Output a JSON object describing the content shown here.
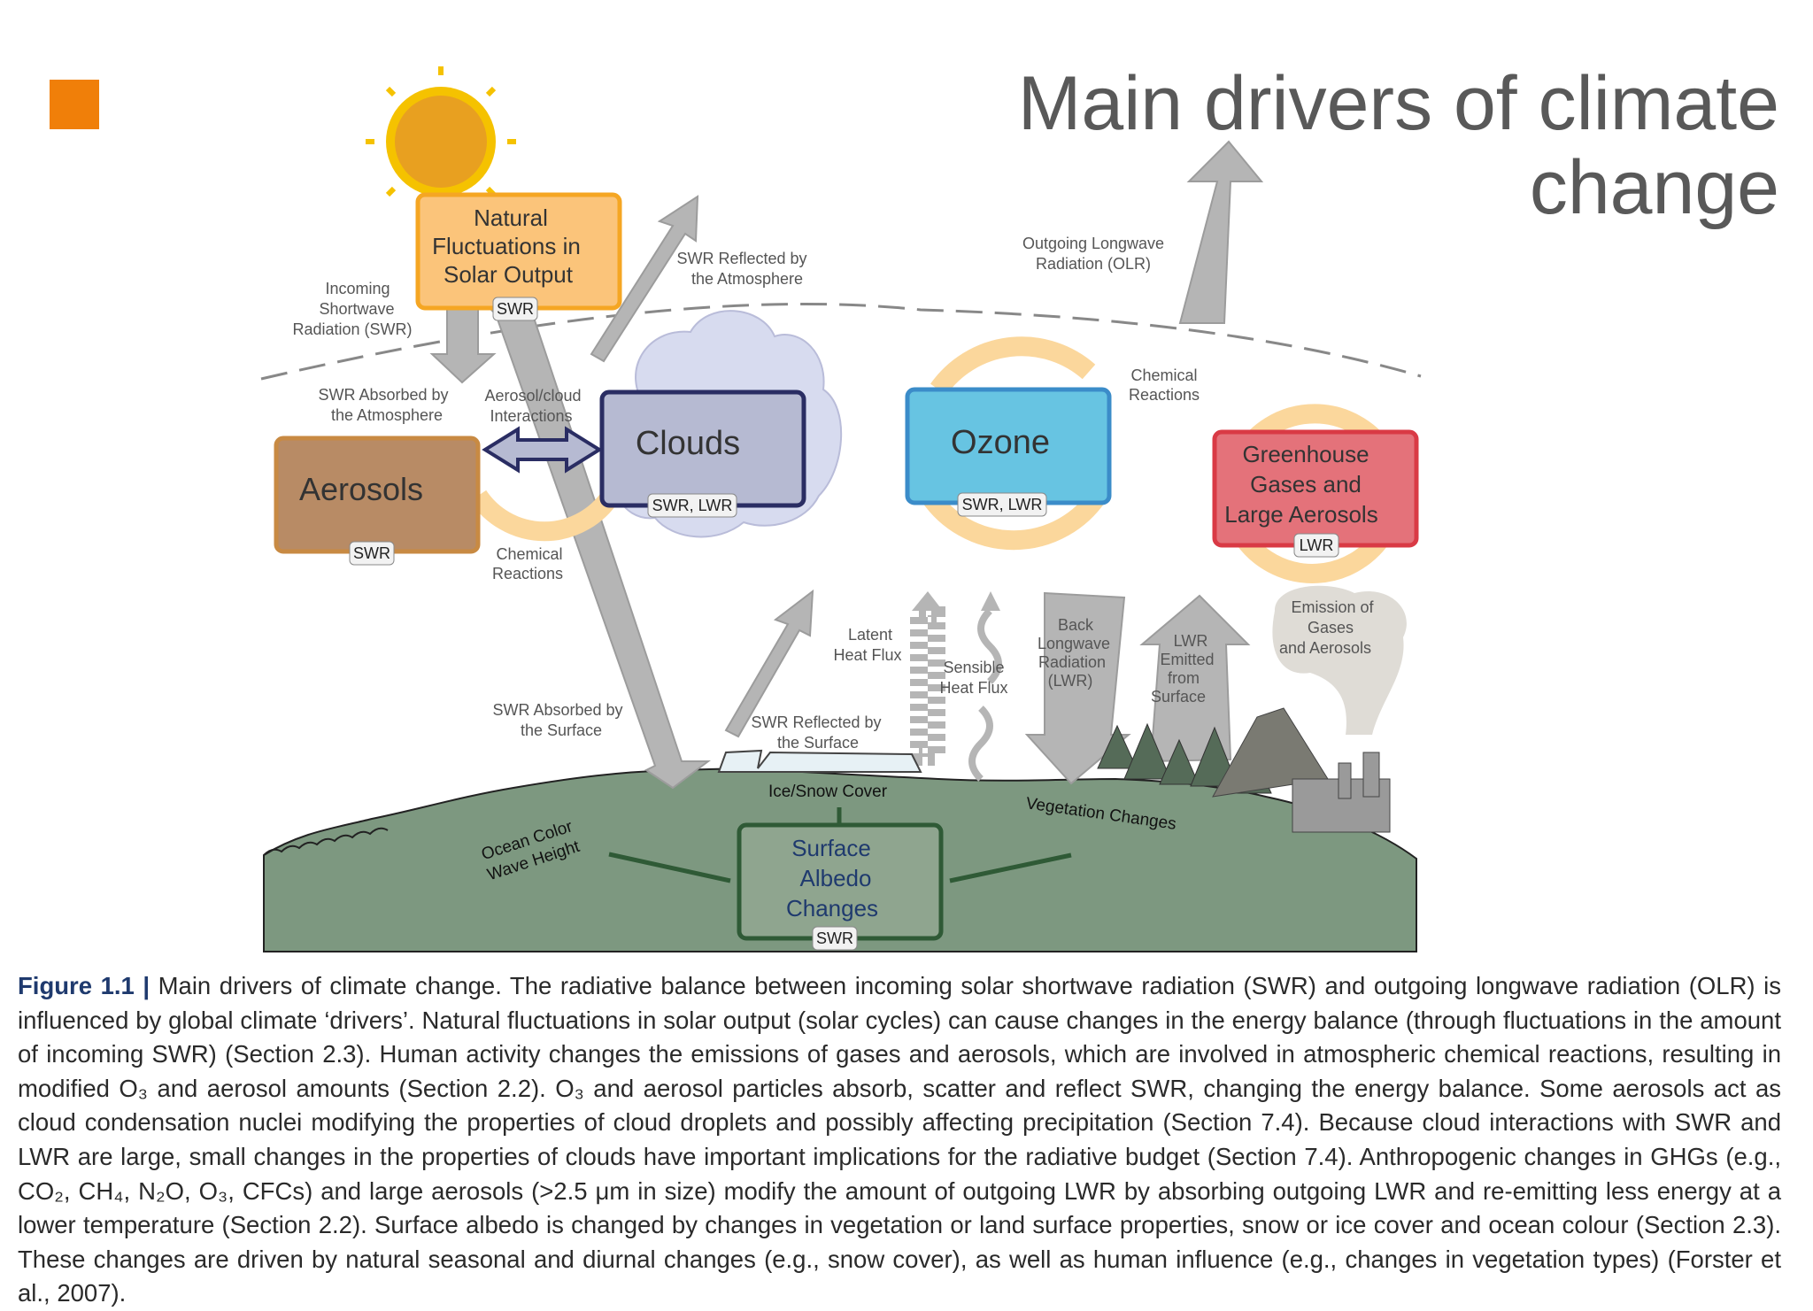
{
  "slide": {
    "title": "Main drivers of climate change",
    "accent_color": "#f07f09"
  },
  "diagram": {
    "sun_icon": "sun-icon",
    "boxes": {
      "solar": {
        "lines": [
          "Natural",
          "Fluctuations in",
          "Solar Output"
        ],
        "tag": "SWR",
        "fill": "#fbc47a",
        "stroke": "#f5a623"
      },
      "aerosols": {
        "label": "Aerosols",
        "tag": "SWR",
        "fill": "#b88b65",
        "stroke": "#c88a43"
      },
      "clouds": {
        "label": "Clouds",
        "tag": "SWR, LWR",
        "fill": "#b6bad2",
        "stroke": "#2a2d63"
      },
      "ozone": {
        "label": "Ozone",
        "tag": "SWR, LWR",
        "fill": "#67c4e2",
        "stroke": "#3b8cc9"
      },
      "ghg": {
        "lines": [
          "Greenhouse",
          "Gases and",
          "Large Aerosols"
        ],
        "tag": "LWR",
        "fill": "#e4727a",
        "stroke": "#d93a45"
      },
      "albedo": {
        "lines": [
          "Surface",
          "Albedo",
          "Changes"
        ],
        "tag": "SWR",
        "fill": "#8fa58f",
        "stroke": "#2f5a36"
      }
    },
    "labels": {
      "incoming_swr": [
        "Incoming",
        "Shortwave",
        "Radiation (SWR)"
      ],
      "swr_reflected_atm": [
        "SWR Reflected by",
        "the Atmosphere"
      ],
      "olr": [
        "Outgoing Longwave",
        "Radiation (OLR)"
      ],
      "swr_absorbed_atm": [
        "SWR Absorbed by",
        "the Atmosphere"
      ],
      "aerosol_cloud": [
        "Aerosol/cloud",
        "Interactions"
      ],
      "chem_reactions_top": [
        "Chemical",
        "Reactions"
      ],
      "chem_reactions_left": [
        "Chemical",
        "Reactions"
      ],
      "latent_heat": [
        "Latent",
        "Heat Flux"
      ],
      "sensible_heat": [
        "Sensible",
        "Heat Flux"
      ],
      "back_lwr": [
        "Back",
        "Longwave",
        "Radiation",
        "(LWR)"
      ],
      "lwr_emitted": [
        "LWR",
        "Emitted",
        "from",
        "Surface"
      ],
      "emission_gases": [
        "Emission of",
        "Gases",
        "and Aerosols"
      ],
      "swr_absorbed_surface": [
        "SWR Absorbed by",
        "the Surface"
      ],
      "swr_reflected_surface": [
        "SWR Reflected by",
        "the Surface"
      ],
      "ice_snow": "Ice/Snow Cover",
      "ocean": [
        "Ocean Color",
        "Wave Height"
      ],
      "vegetation": "Vegetation Changes"
    }
  },
  "caption": {
    "figure_label": "Figure 1.1 |",
    "text": " Main drivers of climate change. The radiative balance between incoming solar shortwave radiation (SWR) and outgoing longwave radiation (OLR) is influenced by global climate ‘drivers’. Natural fluctuations in solar output (solar cycles) can cause changes in the energy balance (through fluctuations in the amount of incoming SWR) (Section 2.3). Human activity changes the emissions of gases and aerosols, which are involved in atmospheric chemical reactions, resulting in modified O₃ and aerosol amounts (Section 2.2). O₃ and aerosol particles absorb, scatter and reflect SWR, changing the energy balance. Some aerosols act as cloud condensation nuclei modifying the properties of cloud droplets and possibly affecting precipitation (Section 7.4). Because cloud interactions with SWR and LWR are large, small changes in the properties of clouds have important implications for the radiative budget (Section 7.4). Anthropogenic changes in GHGs (e.g., CO₂, CH₄, N₂O, O₃, CFCs) and large aerosols (>2.5 μm in size) modify the amount of outgoing LWR by absorbing outgoing LWR and re-emitting less energy at a lower temperature (Section 2.2). Surface albedo is changed by changes in vegetation or land surface properties, snow or ice cover and ocean colour (Section 2.3). These changes are driven by natural seasonal and diurnal changes (e.g., snow cover), as well as human influence (e.g., changes in vegetation types) (Forster et al., 2007)."
  }
}
